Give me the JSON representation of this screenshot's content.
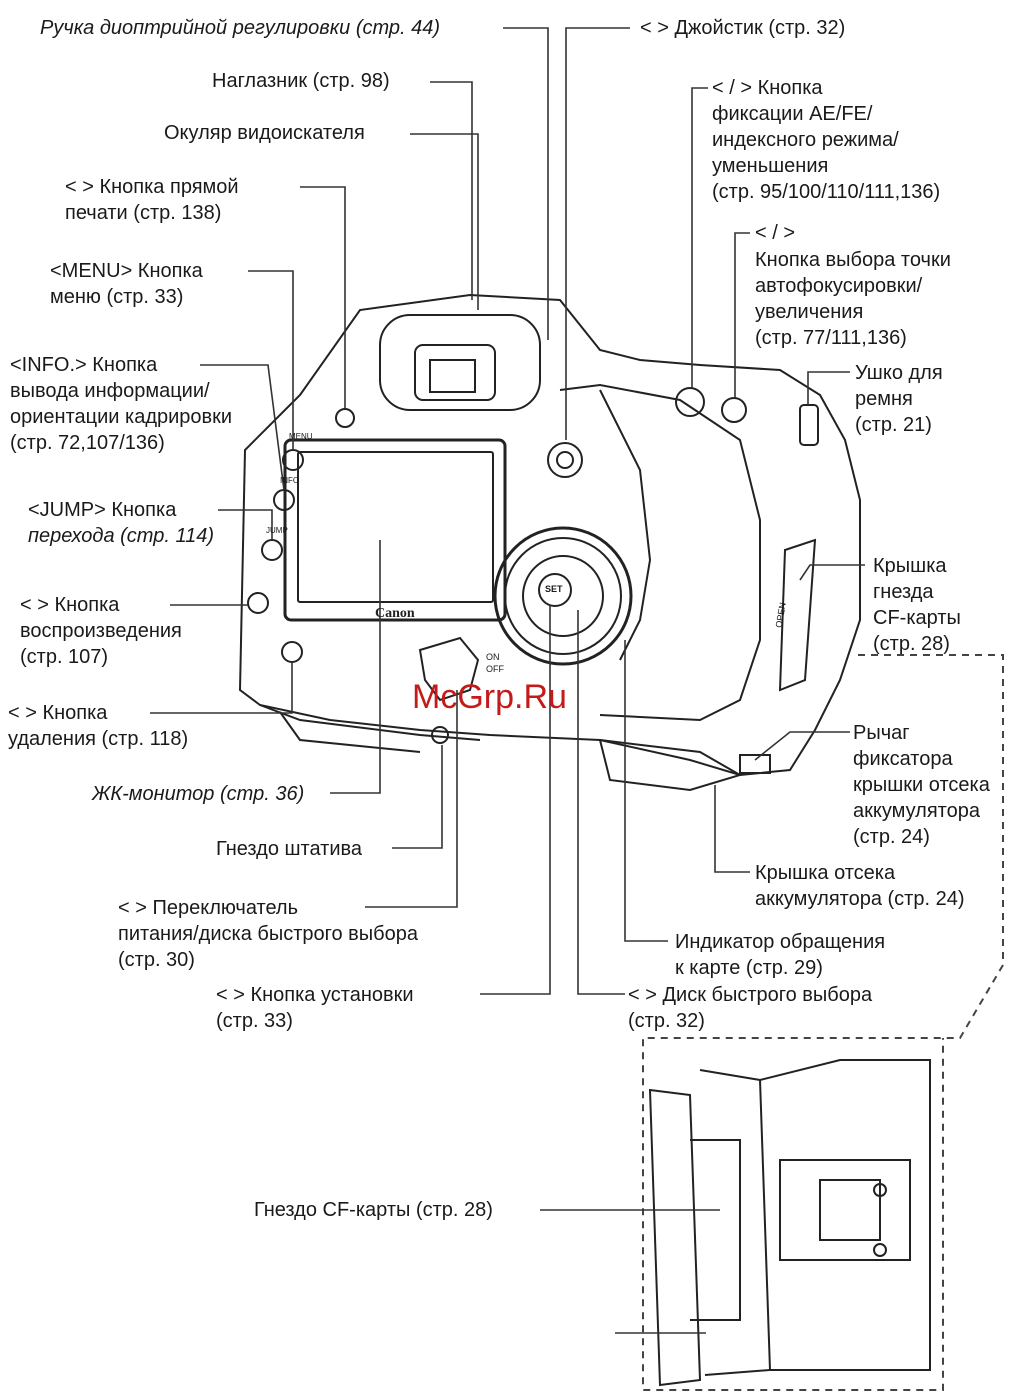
{
  "labels": {
    "diopter": "Ручка диоптрийной регулировки (стр. 44)",
    "joystick": "<   > Джойстик (стр. 32)",
    "eyecup": "Наглазник (стр. 98)",
    "eyepiece": "Окуляр видоискателя",
    "print_1": "<   > Кнопка прямой",
    "print_2": "печати (стр. 138)",
    "ae_1": "<  /   > Кнопка",
    "ae_2": "фиксации AE/FE/",
    "ae_3": "индексного режима/",
    "ae_4": "уменьшения",
    "ae_5": "(стр. 95/100/110/111,136)",
    "menu_1": "<MENU> Кнопка",
    "menu_2": "меню (стр. 33)",
    "af_1": "<  /  >",
    "af_2": "Кнопка выбора точки",
    "af_3": "автофокусировки/",
    "af_4": "увеличения",
    "af_5": "(стр. 77/111,136)",
    "info_1": "<INFO.> Кнопка",
    "info_2": "вывода информации/",
    "info_3": "ориентации кадрировки",
    "info_4": "(стр. 72,107/136)",
    "strap_1": "Ушко для",
    "strap_2": "ремня",
    "strap_3": "(стр. 21)",
    "jump_1": "<JUMP> Кнопка",
    "jump_2": "перехода (стр. 114)",
    "cfcover_1": "Крышка",
    "cfcover_2": "гнезда",
    "cfcover_3": "CF-карты",
    "cfcover_4": "(стр. 28)",
    "play_1": "<   > Кнопка",
    "play_2": "воспроизведения",
    "play_3": "(стр. 107)",
    "delete_1": "<   > Кнопка",
    "delete_2": "удаления (стр. 118)",
    "lever_1": "Рычаг",
    "lever_2": "фиксатора",
    "lever_3": "крышки отсека",
    "lever_4": "аккумулятора",
    "lever_5": "(стр. 24)",
    "lcd": "ЖК-монитор (стр. 36)",
    "tripod": "Гнездо штатива",
    "battcover_1": "Крышка отсека",
    "battcover_2": "аккумулятора (стр. 24)",
    "power_1": "<   > Переключатель",
    "power_2": "питания/диска быстрого выбора",
    "power_3": "(стр. 30)",
    "access_1": "Индикатор обращения",
    "access_2": "к карте (стр. 29)",
    "set_1": "<   > Кнопка установки",
    "set_2": "(стр. 33)",
    "quick_1": "<   > Диск быстрого выбора",
    "quick_2": "(стр. 32)",
    "cfslot": "Гнездо CF-карты (стр. 28)"
  },
  "camera": {
    "brand": "Canon",
    "btn_menu": "MENU",
    "btn_info": "INFO",
    "btn_jump": "JUMP",
    "btn_set": "SET",
    "switch_on": "ON",
    "switch_off": "OFF",
    "cf_door": "OPEN"
  },
  "watermark": "McGrp.Ru"
}
